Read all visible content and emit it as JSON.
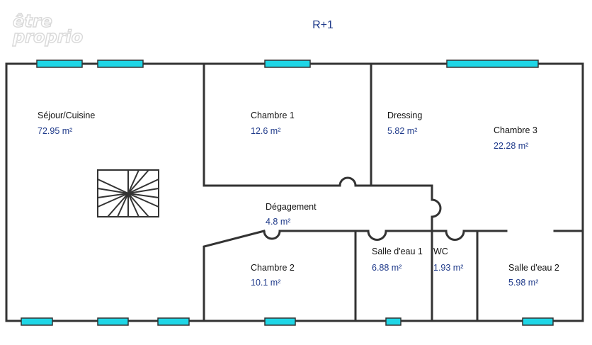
{
  "logo": {
    "line1": "être",
    "line2": "proprio"
  },
  "level_label": "R+1",
  "colors": {
    "window": "#1fd6e6",
    "wall": "#333333",
    "area_text": "#1f3a8a"
  },
  "rooms": [
    {
      "name": "Séjour/Cuisine",
      "area": "72.95  m²"
    },
    {
      "name": "Chambre 1",
      "area": "12.6  m²"
    },
    {
      "name": "Dressing",
      "area": "5.82  m²"
    },
    {
      "name": "Chambre 3",
      "area": "22.28  m²"
    },
    {
      "name": "Dégagement",
      "area": "4.8  m²"
    },
    {
      "name": "Chambre 2",
      "area": "10.1  m²"
    },
    {
      "name": "Salle d'eau 1",
      "area": "6.88  m²"
    },
    {
      "name": "WC",
      "area": "1.93  m²"
    },
    {
      "name": "Salle d'eau 2",
      "area": "5.98  m²"
    }
  ]
}
